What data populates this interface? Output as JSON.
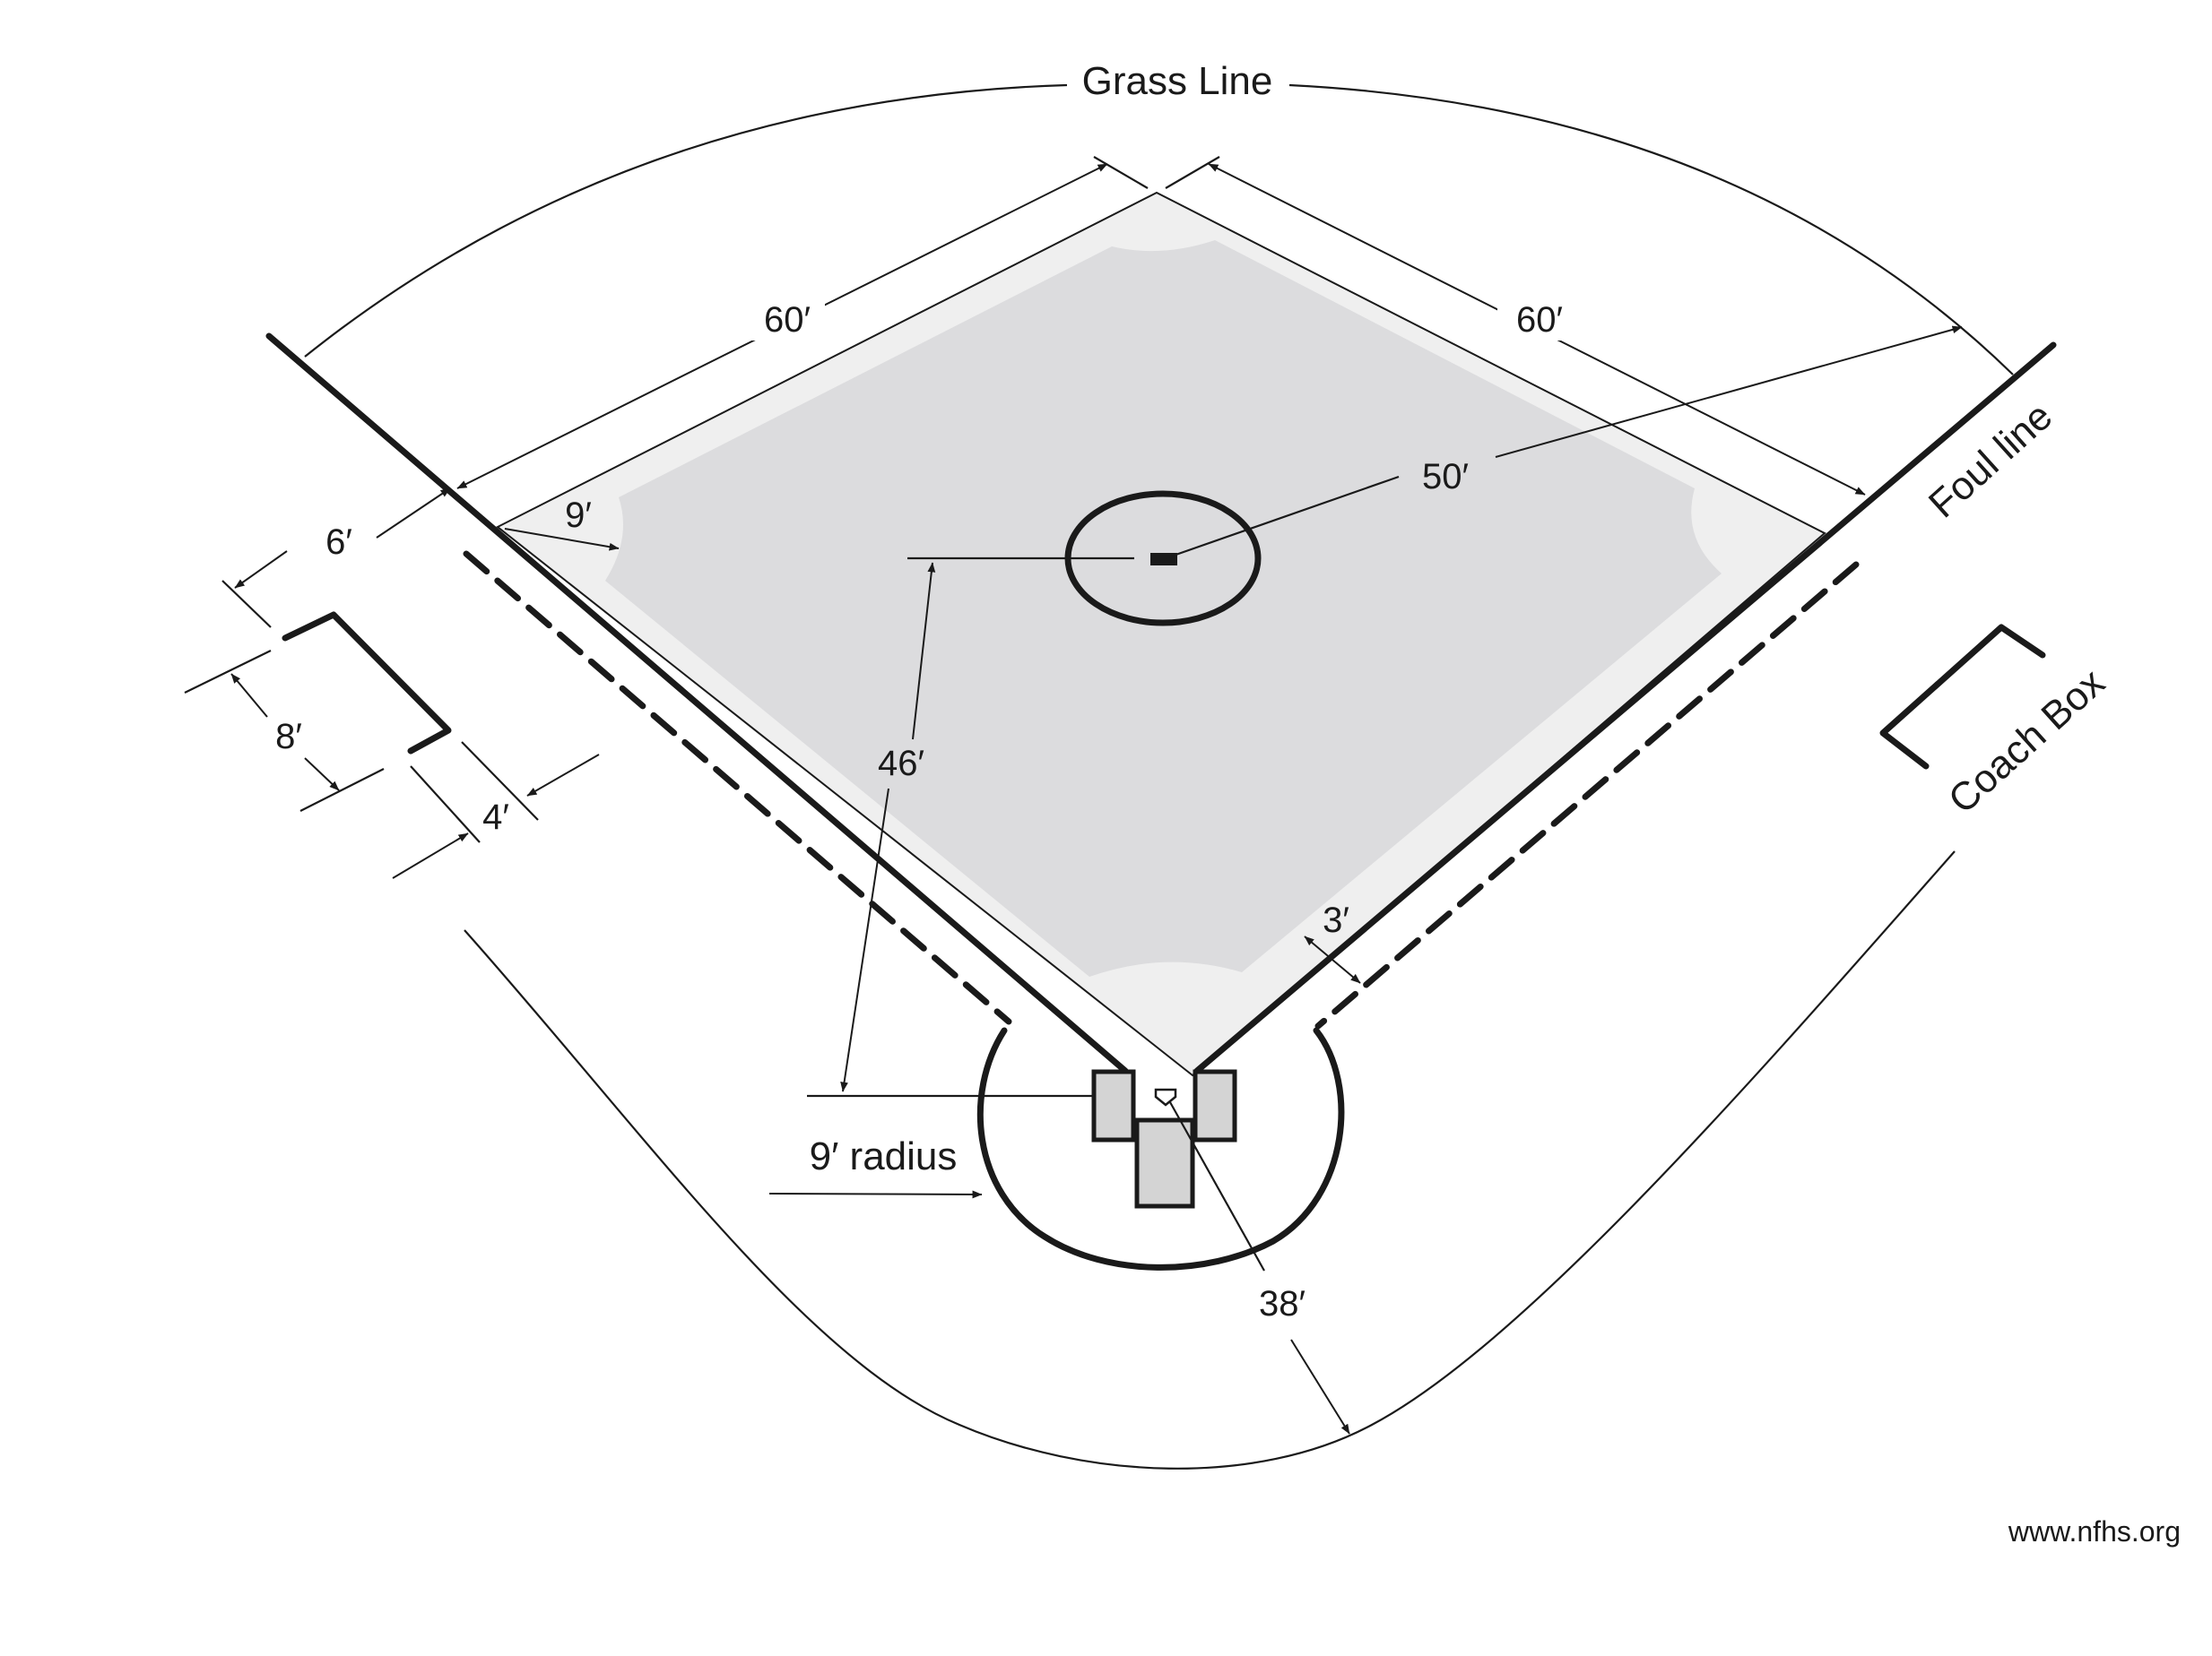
{
  "labels": {
    "grass_line": "Grass Line",
    "base_path_left": "60′",
    "base_path_right": "60′",
    "pitching_distance": "50′",
    "mound_to_plate": "46′",
    "base_cutout": "9′",
    "coach_offset": "6′",
    "coach_box_length": "8′",
    "coach_box_depth": "4′",
    "foul_line": "Foul line",
    "coach_box": "Coach Box",
    "dashed_offset": "3′",
    "plate_radius": "9′ radius",
    "backstop": "38′",
    "website": "www.nfhs.org"
  },
  "colors": {
    "line": "#1a1a1a",
    "infield_dirt": "#dcdcde",
    "infield_edge": "#efefef",
    "batters_box": "#d4d4d4",
    "background": "#ffffff"
  }
}
